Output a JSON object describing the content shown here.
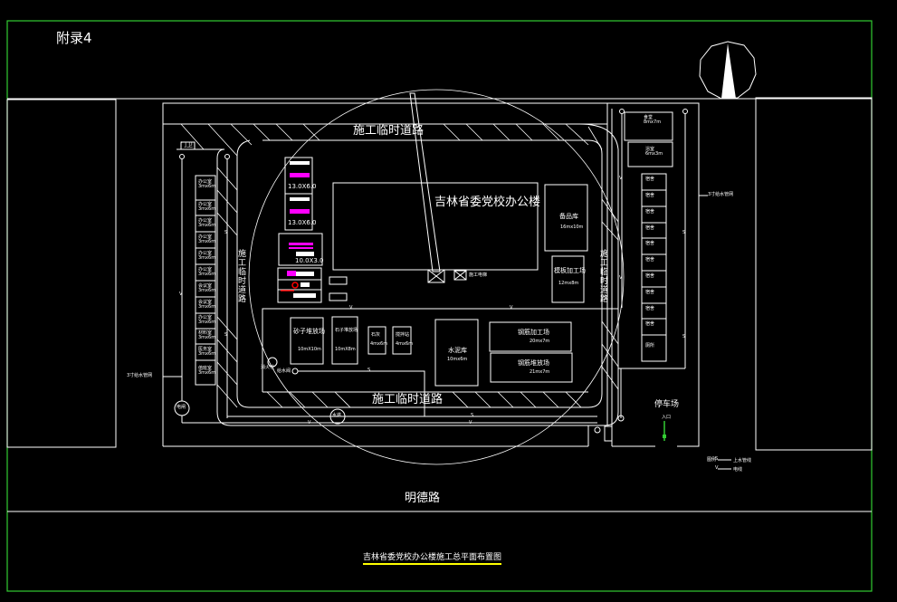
{
  "appendix_label": "附录4",
  "drawing_title": "吉林省委党校办公楼施工总平面布置图",
  "title_underline_color": "#ffff00",
  "frame_color": "#33cc33",
  "accent_magenta": "#ff00ff",
  "accent_red": "#ff0000",
  "street_name": "明德路",
  "main_building": "吉林省委党校办公楼",
  "temp_road_top": "施工临时道路",
  "temp_road_bottom": "施工临时道路",
  "temp_road_left": "施工临时道路",
  "temp_road_right": "施工临时道路",
  "gate_label": "门卫",
  "parking": {
    "label": "停车场",
    "entrance": "入口"
  },
  "left_pipe_label": "3寸给水管网",
  "right_pipe_label": "3寸给水管网",
  "elec_room": "电闸",
  "water_tap": "水塔",
  "hydrant": "消火栓",
  "hydrant_note": "给水阀",
  "crane_label": "施工电梯",
  "material_stacks": [
    {
      "size": "13.0X6.0"
    },
    {
      "size": "13.0X6.0"
    },
    {
      "size": "10.0X3.0"
    }
  ],
  "left_column_rooms": [
    {
      "name": "办公室",
      "size": "3mx6m"
    },
    {
      "name": "办公室",
      "size": "3mx6m"
    },
    {
      "name": "办公室",
      "size": "3mx6m"
    },
    {
      "name": "办公室",
      "size": "3mx6m"
    },
    {
      "name": "办公室",
      "size": "3mx6m"
    },
    {
      "name": "办公室",
      "size": "3mx6m"
    },
    {
      "name": "会议室",
      "size": "3mx6m"
    },
    {
      "name": "会议室",
      "size": "3mx6m"
    },
    {
      "name": "办公室",
      "size": "3mx6m"
    },
    {
      "name": "材料室",
      "size": "3mx6m"
    },
    {
      "name": "医务室",
      "size": "3mx6m"
    },
    {
      "name": "值班室",
      "size": "3mx6m"
    }
  ],
  "right_top_rooms": [
    {
      "name": "食堂",
      "size": "8mx7m"
    },
    {
      "name": "浴室",
      "size": "6mx3m"
    }
  ],
  "right_column_rooms": [
    {
      "name": "宿舍",
      "size": "3mx6m"
    },
    {
      "name": "宿舍",
      "size": "3mx6m"
    },
    {
      "name": "宿舍",
      "size": "3mx6m"
    },
    {
      "name": "宿舍",
      "size": "3mx6m"
    },
    {
      "name": "宿舍",
      "size": "3mx6m"
    },
    {
      "name": "宿舍",
      "size": "3mx6m"
    },
    {
      "name": "宿舍",
      "size": "3mx6m"
    },
    {
      "name": "宿舍",
      "size": "3mx6m"
    },
    {
      "name": "宿舍",
      "size": "3mx6m"
    },
    {
      "name": "宿舍",
      "size": "3mx6m"
    },
    {
      "name": "厕所",
      "size": "3mx6m"
    }
  ],
  "storage": {
    "name": "备品库",
    "size": "16mx10m"
  },
  "formwork": {
    "name": "模板加工场",
    "size": "12mx8m"
  },
  "sand_yard": {
    "name": "砂子堆放场",
    "size": "10mX10m"
  },
  "stone_yard": {
    "name": "石子堆放场",
    "size": "10mX8m"
  },
  "lime": {
    "name": "石灰",
    "size": "4mx6m"
  },
  "mixer": {
    "name": "搅拌站",
    "size": "4mx6m"
  },
  "cement": {
    "name": "水泥库",
    "size": "10mx6m"
  },
  "rebar_processing": {
    "name": "钢筋加工场",
    "size": "20mx7m"
  },
  "rebar_yard": {
    "name": "钢筋堆放场",
    "size": "21mx7m"
  },
  "legend": {
    "title": "图例",
    "items": [
      {
        "symbol": "S",
        "label": "上水管线"
      },
      {
        "symbol": "V",
        "label": "电线"
      }
    ]
  },
  "line_markers": {
    "water": "S",
    "power": "V"
  }
}
